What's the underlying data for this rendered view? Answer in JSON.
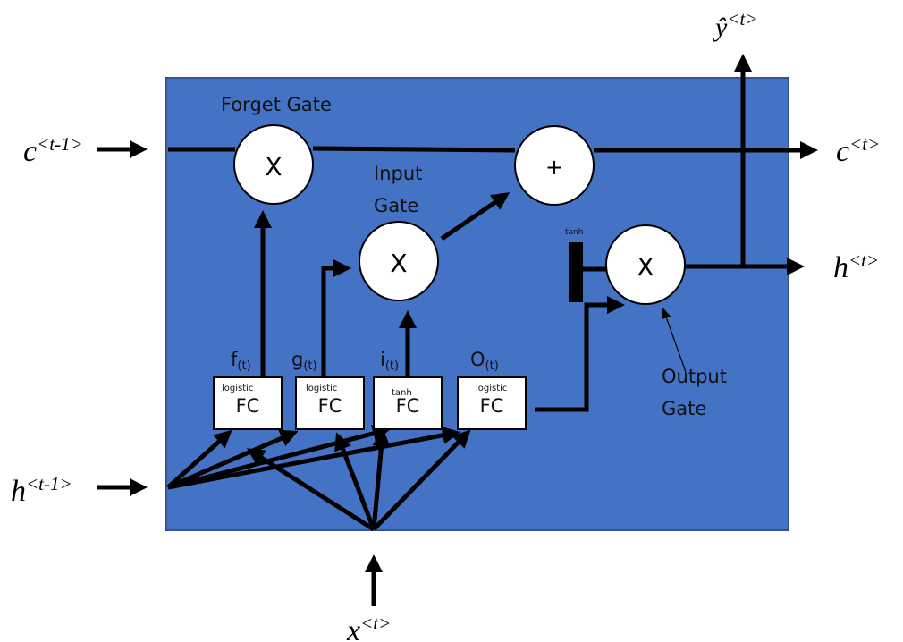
{
  "diagram": {
    "title": "LSTM cell",
    "colors": {
      "cell_fill": "#4472c4",
      "cell_border": "#2f5597",
      "arrow": "#000000",
      "node_fill": "#ffffff"
    },
    "inputs": {
      "c_prev": {
        "base": "c",
        "sup": "<t-1>"
      },
      "h_prev": {
        "base": "h",
        "sup": "<t-1>"
      },
      "x": {
        "base": "x",
        "sup": "<t>"
      }
    },
    "outputs": {
      "c": {
        "base": "c",
        "sup": "<t>"
      },
      "h": {
        "base": "h",
        "sup": "<t>"
      },
      "y_hat": {
        "base": "ŷ",
        "sup": "<t>"
      }
    },
    "gates": {
      "forget": {
        "label": "Forget Gate",
        "op": "X"
      },
      "input": {
        "label_line1": "Input",
        "label_line2": "Gate",
        "op": "X"
      },
      "add": {
        "op": "+"
      },
      "output": {
        "label_line1": "Output",
        "label_line2": "Gate",
        "op": "X"
      }
    },
    "tanh_label": "tanh",
    "fc_layers": [
      {
        "signal": "f",
        "sub": "(t)",
        "activation": "logistic",
        "label": "FC"
      },
      {
        "signal": "g",
        "sub": "(t)",
        "activation": "logistic",
        "label": "FC"
      },
      {
        "signal": "i",
        "sub": "(t)",
        "activation": "tanh",
        "label": "FC"
      },
      {
        "signal": "O",
        "sub": "(t)",
        "activation": "logistic",
        "label": "FC"
      }
    ]
  }
}
